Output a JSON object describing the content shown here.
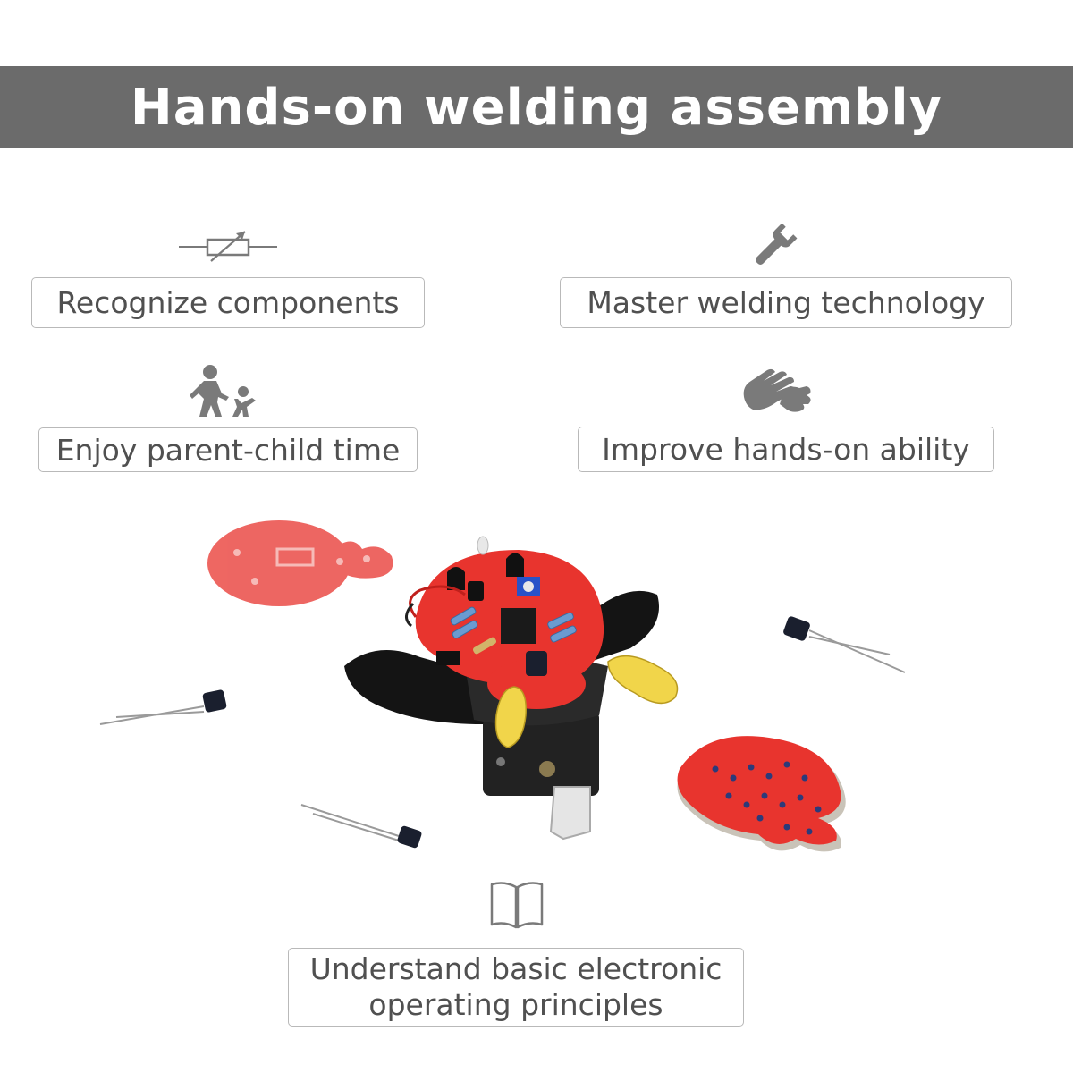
{
  "banner": {
    "title": "Hands-on welding assembly"
  },
  "features": {
    "recognize": "Recognize components",
    "master": "Master welding technology",
    "enjoy": "Enjoy parent-child time",
    "improve": "Improve hands-on ability",
    "understand_line1": "Understand basic electronic",
    "understand_line2": "operating principles"
  },
  "icons": {
    "recognize": "variable-resistor-icon",
    "master": "wrench-icon",
    "enjoy": "parent-child-icon",
    "improve": "handshake-icon",
    "understand": "open-book-icon"
  },
  "colors": {
    "banner": "#6b6b6b",
    "icon": "#7a7a7a",
    "pcb_red": "#e8342e",
    "text": "#505050"
  }
}
